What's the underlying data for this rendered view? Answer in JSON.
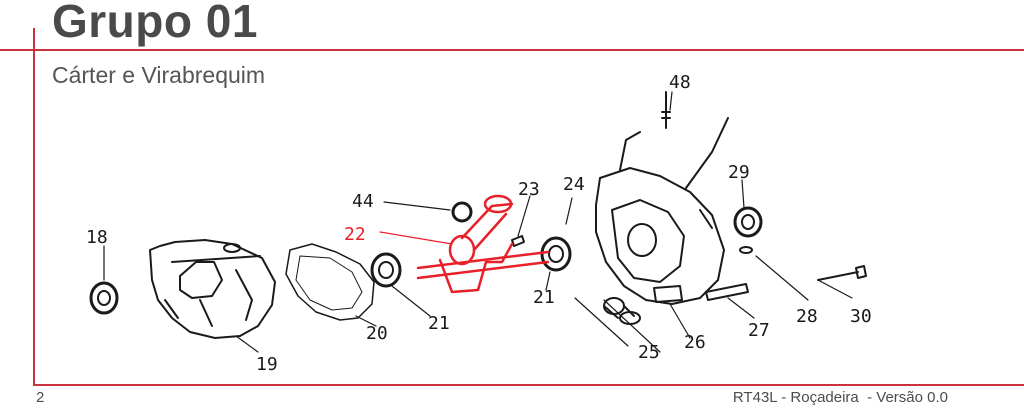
{
  "header": {
    "title": "Grupo 01",
    "subtitle": "Cárter e Virabrequim"
  },
  "diagram": {
    "callouts": [
      {
        "id": "c48",
        "label": "48",
        "highlighted": false
      },
      {
        "id": "c44",
        "label": "44",
        "highlighted": false
      },
      {
        "id": "c23",
        "label": "23",
        "highlighted": false
      },
      {
        "id": "c24",
        "label": "24",
        "highlighted": false
      },
      {
        "id": "c29",
        "label": "29",
        "highlighted": false
      },
      {
        "id": "c18",
        "label": "18",
        "highlighted": false
      },
      {
        "id": "c22",
        "label": "22",
        "highlighted": true
      },
      {
        "id": "c21a",
        "label": "21",
        "highlighted": false
      },
      {
        "id": "c20",
        "label": "20",
        "highlighted": false
      },
      {
        "id": "c21b",
        "label": "21",
        "highlighted": false
      },
      {
        "id": "c19",
        "label": "19",
        "highlighted": false
      },
      {
        "id": "c28",
        "label": "28",
        "highlighted": false
      },
      {
        "id": "c30",
        "label": "30",
        "highlighted": false
      },
      {
        "id": "c27",
        "label": "27",
        "highlighted": false
      },
      {
        "id": "c26",
        "label": "26",
        "highlighted": false
      },
      {
        "id": "c25",
        "label": "25",
        "highlighted": false
      }
    ],
    "colors": {
      "accent": "#c8323c",
      "highlight": "#e8202a",
      "line": "#1a1a1a"
    }
  },
  "footer": {
    "page_number": "2",
    "text": "RT43L - Roçadeira  - Versão 0.0"
  }
}
